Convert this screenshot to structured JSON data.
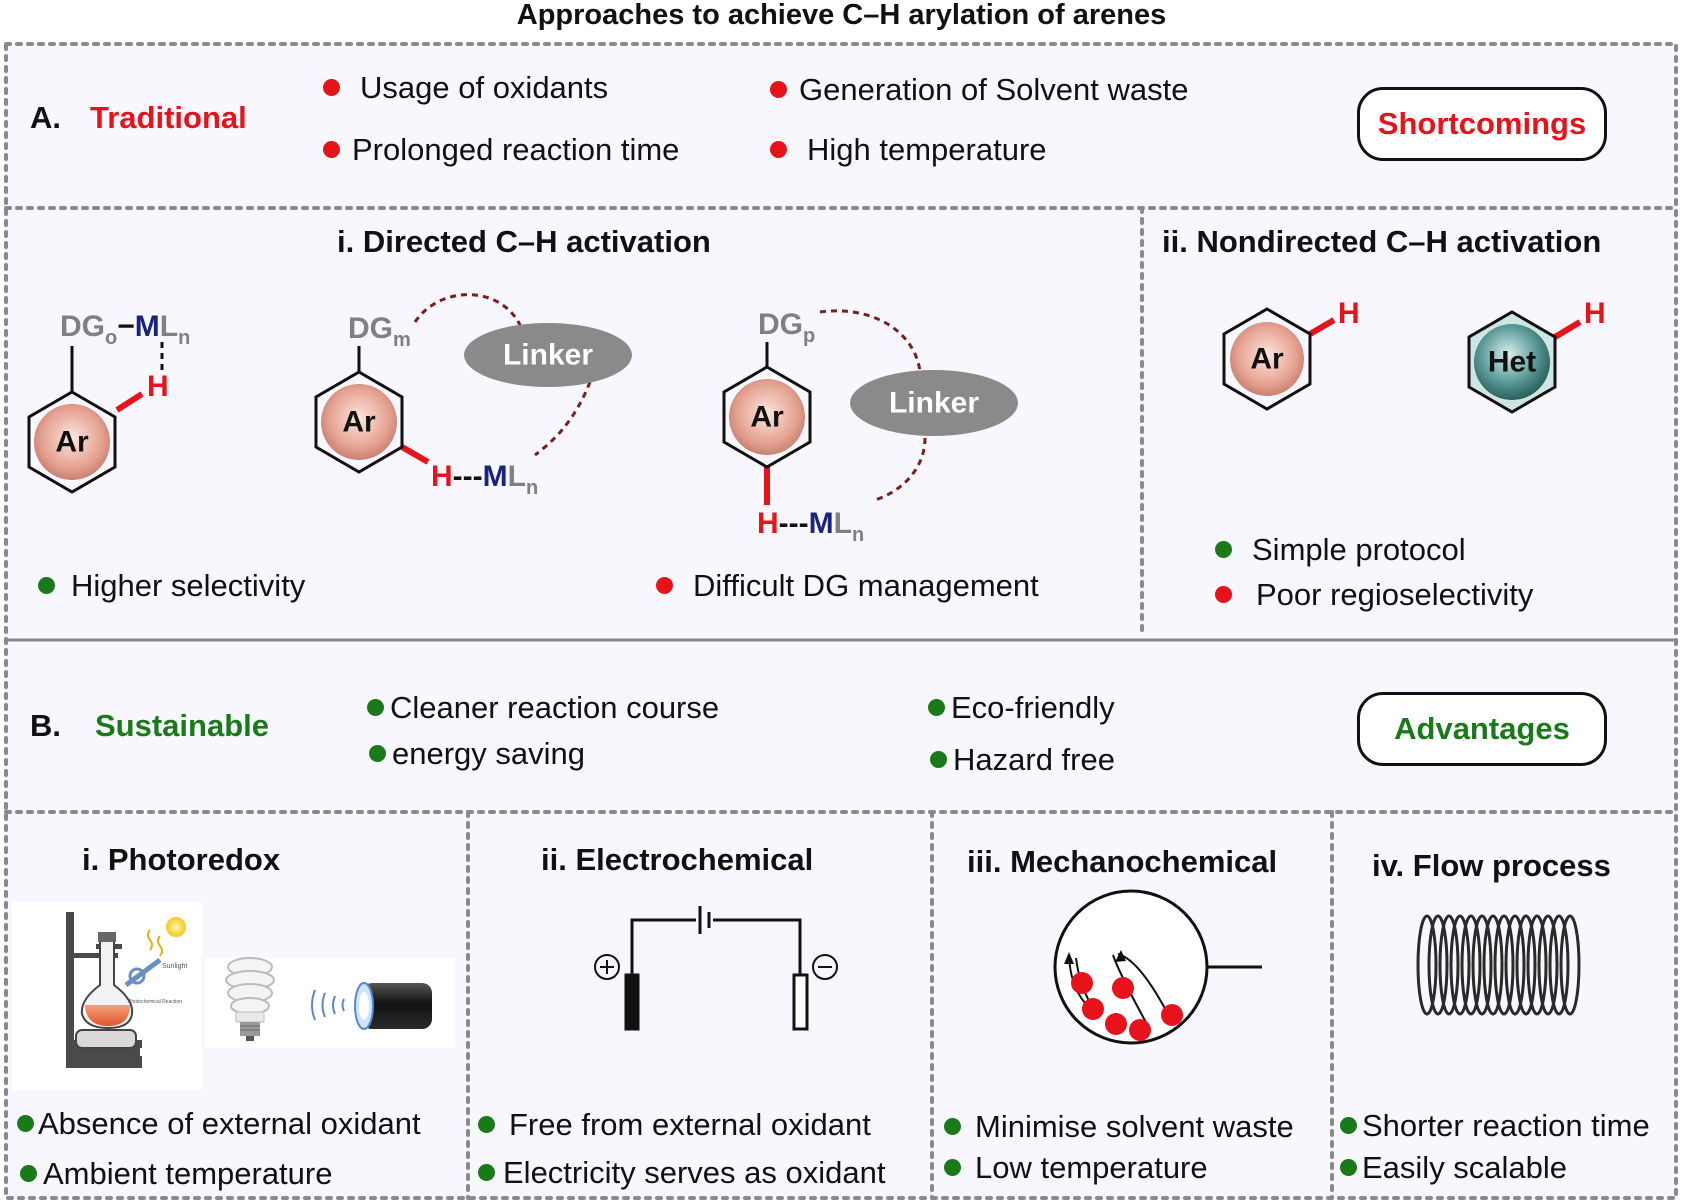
{
  "title": "Approaches to achieve C–H arylation of arenes",
  "colors": {
    "red": "#e8121b",
    "green": "#1a7a1a",
    "navy": "#1a237e",
    "gray": "#808080",
    "panel_bg": "#f7f7fd"
  },
  "section_a": {
    "letter": "A.",
    "label": "Traditional",
    "badge": "Shortcomings",
    "bullets": [
      "Usage of oxidants",
      "Generation of Solvent waste",
      "Prolonged reaction time",
      "High temperature"
    ]
  },
  "directed": {
    "heading": "i. Directed C–H activation",
    "structures": {
      "ortho": {
        "dg": "DG",
        "dg_sub": "o",
        "metal": "M",
        "ligand": "L",
        "ligand_sub": "n",
        "ring": "Ar",
        "h": "H"
      },
      "meta": {
        "dg": "DG",
        "dg_sub": "m",
        "linker": "Linker",
        "ring": "Ar",
        "h": "H",
        "metal": "M",
        "ligand": "L",
        "ligand_sub": "n"
      },
      "para": {
        "dg": "DG",
        "dg_sub": "p",
        "linker": "Linker",
        "ring": "Ar",
        "h": "H",
        "metal": "M",
        "ligand": "L",
        "ligand_sub": "n"
      }
    },
    "pro": "Higher selectivity",
    "con": "Difficult DG management"
  },
  "nondirected": {
    "heading": "ii. Nondirected C–H activation",
    "ring1": "Ar",
    "ring2": "Het",
    "h": "H",
    "pro": "Simple protocol",
    "con": "Poor regioselectivity"
  },
  "section_b": {
    "letter": "B.",
    "label": "Sustainable",
    "badge": "Advantages",
    "bullets": [
      "Cleaner reaction course",
      "Eco-friendly",
      "energy saving",
      "Hazard free"
    ]
  },
  "methods": [
    {
      "heading": "i. Photoredox",
      "photo_labels": [
        "Sunlight",
        "Photochemical Reaction"
      ],
      "bullets": [
        "Absence of external oxidant",
        "Ambient temperature"
      ]
    },
    {
      "heading": "ii. Electrochemical",
      "anode": "⊕",
      "cathode": "⊖",
      "bullets": [
        "Free from external oxidant",
        "Electricity serves as oxidant"
      ]
    },
    {
      "heading": "iii. Mechanochemical",
      "bullets": [
        "Minimise solvent waste",
        "Low temperature"
      ]
    },
    {
      "heading": "iv. Flow process",
      "bullets": [
        "Shorter reaction time",
        "Easily scalable"
      ]
    }
  ]
}
